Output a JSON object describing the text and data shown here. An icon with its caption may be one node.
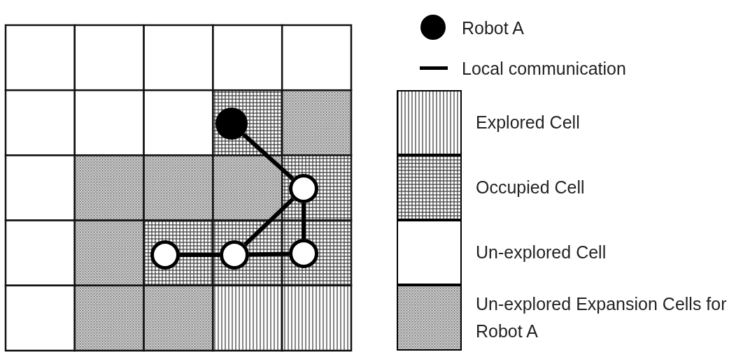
{
  "diagram": {
    "nodes": [
      {
        "text": [],
        "shape": "circle"
      },
      {
        "text": [],
        "shape": "circle"
      },
      {
        "text": [],
        "shape": "circle"
      },
      {
        "text": [],
        "shape": "circle"
      },
      {
        "text": [],
        "shape": "circle"
      }
    ],
    "edges": [
      {
        "from": 0,
        "to": 1,
        "arrow": "none"
      },
      {
        "from": 1,
        "to": 3,
        "arrow": "none"
      },
      {
        "from": 1,
        "to": 4,
        "arrow": "none"
      },
      {
        "from": 2,
        "to": 3,
        "arrow": "none"
      },
      {
        "from": 3,
        "to": 4,
        "arrow": "none"
      }
    ],
    "legend": [
      {
        "text": "Robot A"
      },
      {
        "text": "Local communication"
      },
      {
        "text": "Explored Cell"
      },
      {
        "text": "Occupied Cell"
      },
      {
        "text": "Un-explored Cell"
      },
      {
        "text": "Un-explored Expansion Cells for Robot A"
      }
    ]
  }
}
